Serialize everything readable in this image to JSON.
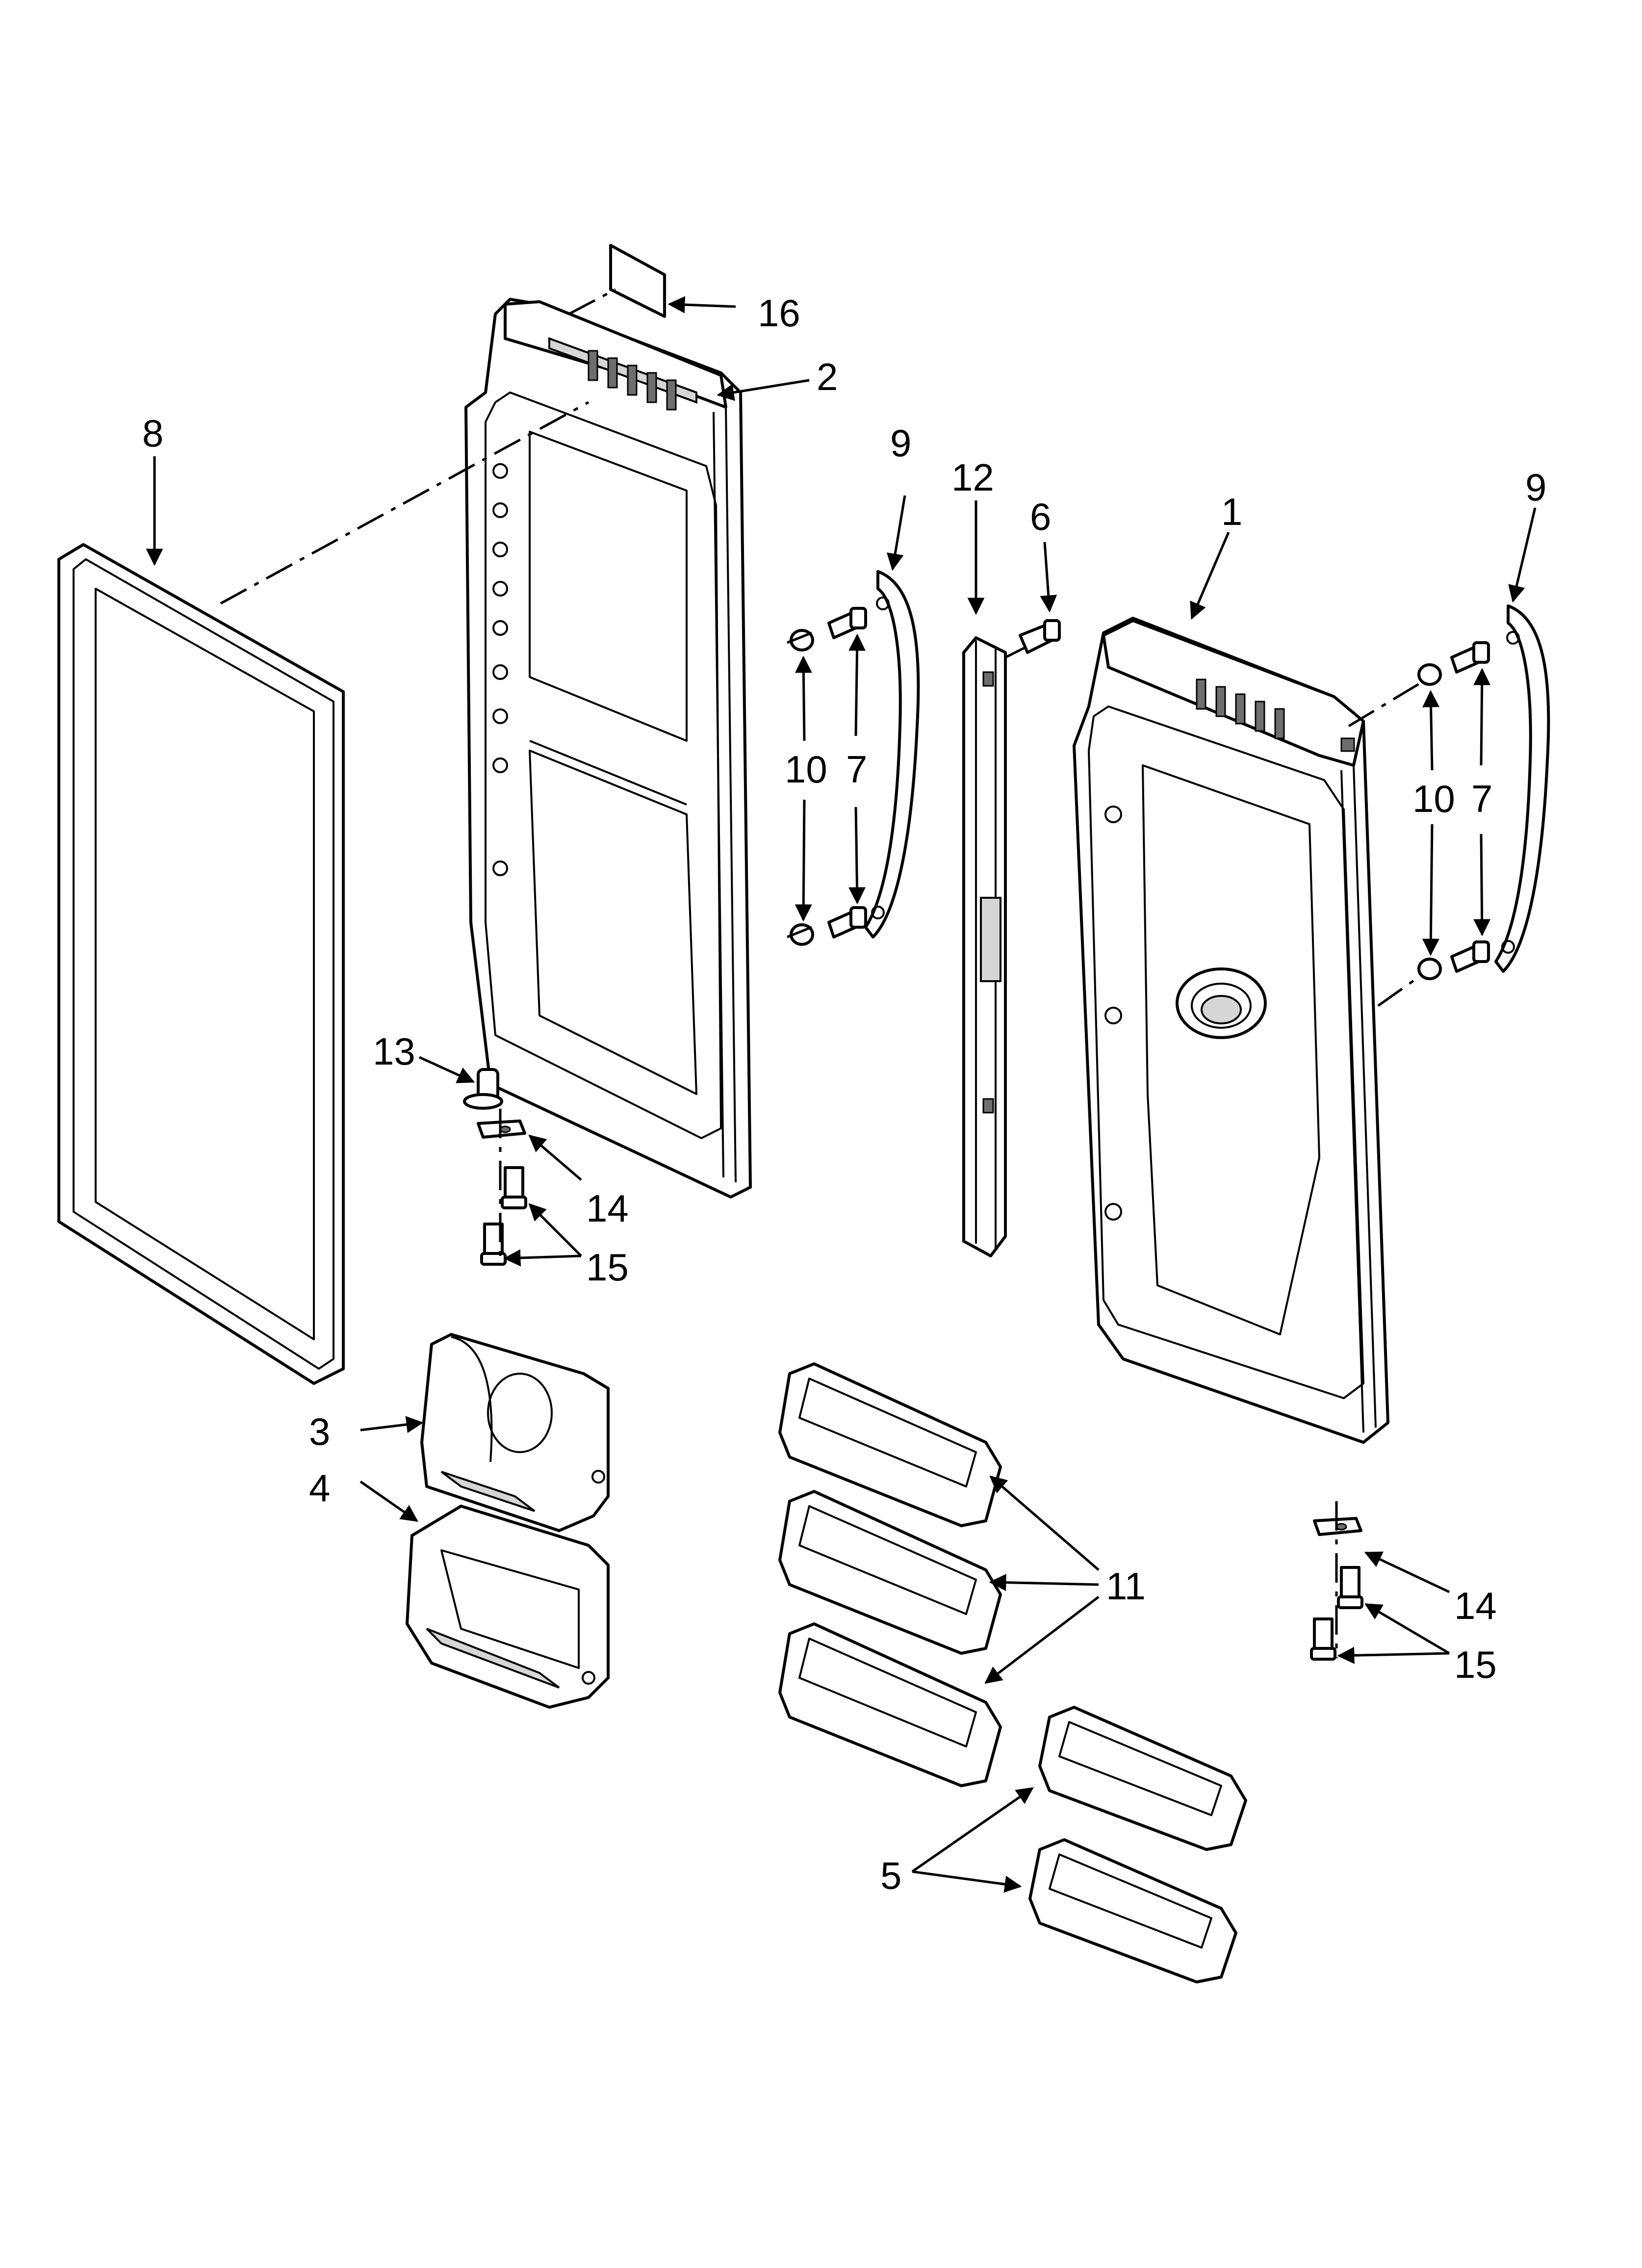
{
  "callouts": {
    "c1": "1",
    "c2": "2",
    "c3": "3",
    "c4": "4",
    "c5": "5",
    "c6": "6",
    "c7a": "7",
    "c7b": "7",
    "c8": "8",
    "c9a": "9",
    "c9b": "9",
    "c10a": "10",
    "c10b": "10",
    "c11": "11",
    "c12": "12",
    "c13": "13",
    "c14a": "14",
    "c14b": "14",
    "c15a": "15",
    "c15b": "15",
    "c16": "16"
  }
}
